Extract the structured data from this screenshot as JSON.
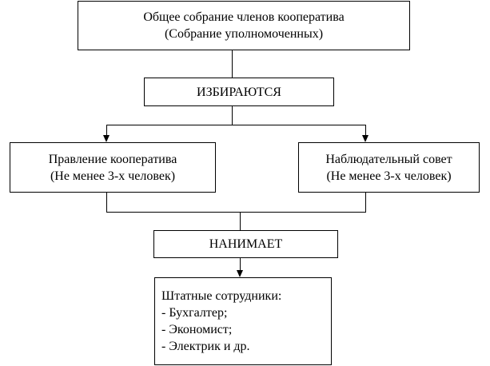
{
  "general_meeting": {
    "line1": "Общее собрание членов кооператива",
    "line2": "(Собрание уполномоченных)"
  },
  "elect_label": "ИЗБИРАЮТСЯ",
  "board": {
    "line1": "Правление кооператива",
    "line2": "(Не менее 3-х человек)"
  },
  "supervisory": {
    "line1": "Наблюдательный совет",
    "line2": "(Не менее 3-х человек)"
  },
  "hire_label": "НАНИМАЕТ",
  "staff": {
    "title": "Штатные сотрудники:",
    "items": [
      "- Бухгалтер;",
      "- Экономист;",
      "- Электрик и др."
    ]
  }
}
